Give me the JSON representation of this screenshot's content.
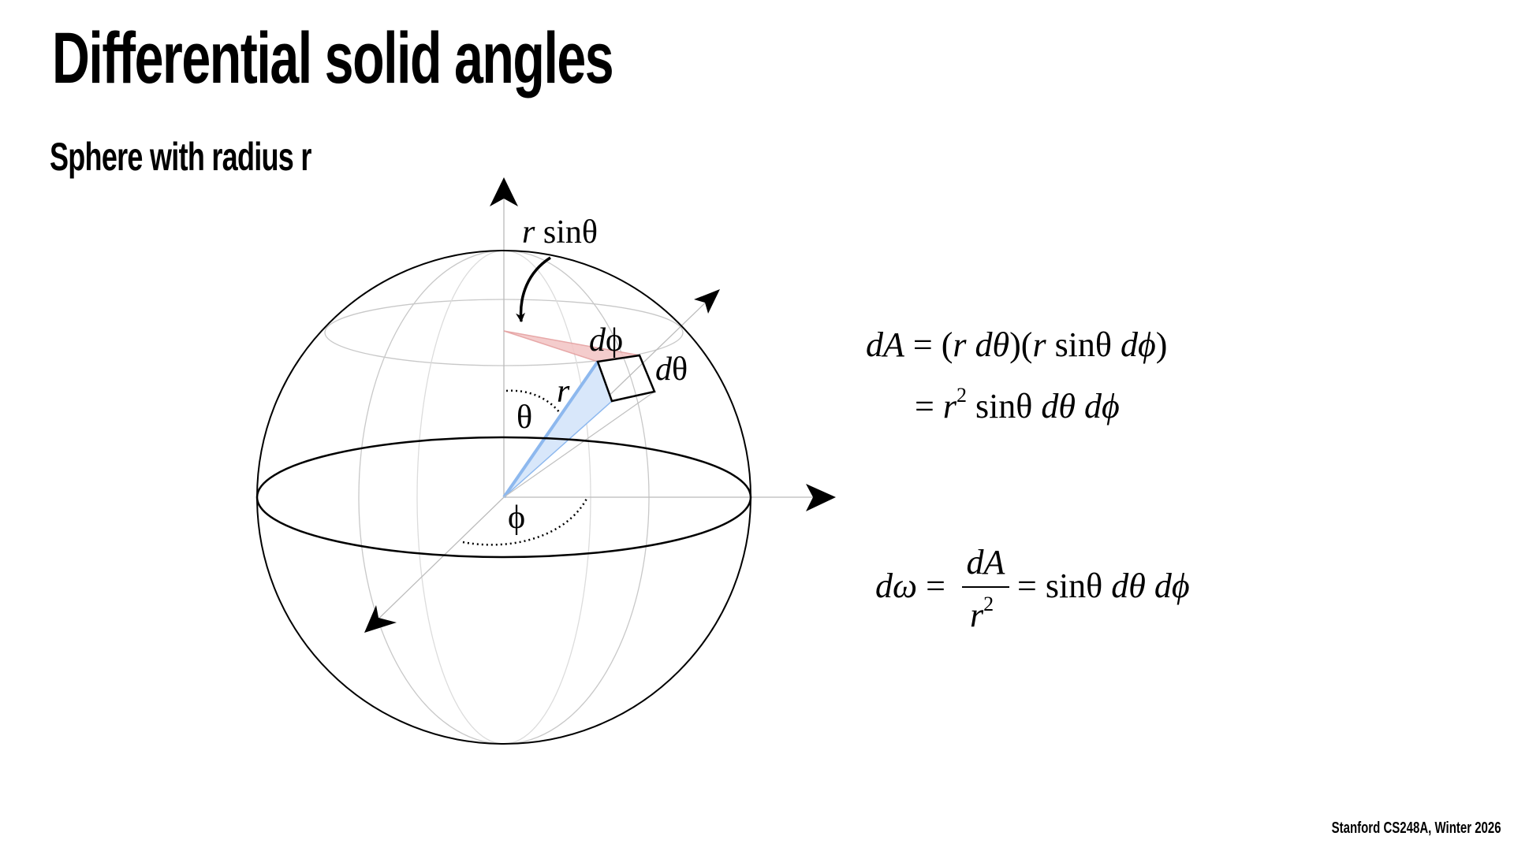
{
  "slide": {
    "title": "Differential solid angles",
    "subtitle": "Sphere with radius r",
    "footer": "Stanford CS248A, Winter 2026"
  },
  "diagram": {
    "labels": {
      "r_sin_theta_r": "r",
      "r_sin_theta_sin": "sinθ",
      "d_phi_d": "d",
      "d_phi_sym": "ϕ",
      "d_theta_d": "d",
      "d_theta_sym": "θ",
      "radius": "r",
      "theta": "θ",
      "phi": "ϕ"
    },
    "colors": {
      "red_wedge": "#e8a0a0",
      "blue_wedge": "#8db8ee"
    }
  },
  "equations": {
    "dA_line1": {
      "lhs": "dA",
      "eq": "=",
      "rhs_a": "(",
      "rhs_r1": "r",
      "rhs_dth": "dθ",
      "rhs_b": ")(",
      "rhs_r2": "r",
      "rhs_sin": "sinθ",
      "rhs_dph": "dϕ",
      "rhs_c": ")"
    },
    "dA_line2": {
      "eq": "=",
      "r": "r",
      "exp": "2",
      "sin": "sinθ",
      "dth": "dθ",
      "dph": "dϕ"
    },
    "domega": {
      "lhs": "dω",
      "eq1": "=",
      "num": "dA",
      "den": "r",
      "den_exp": "2",
      "eq2": "=",
      "sin": "sinθ",
      "dth": "dθ",
      "dph": "dϕ"
    }
  }
}
